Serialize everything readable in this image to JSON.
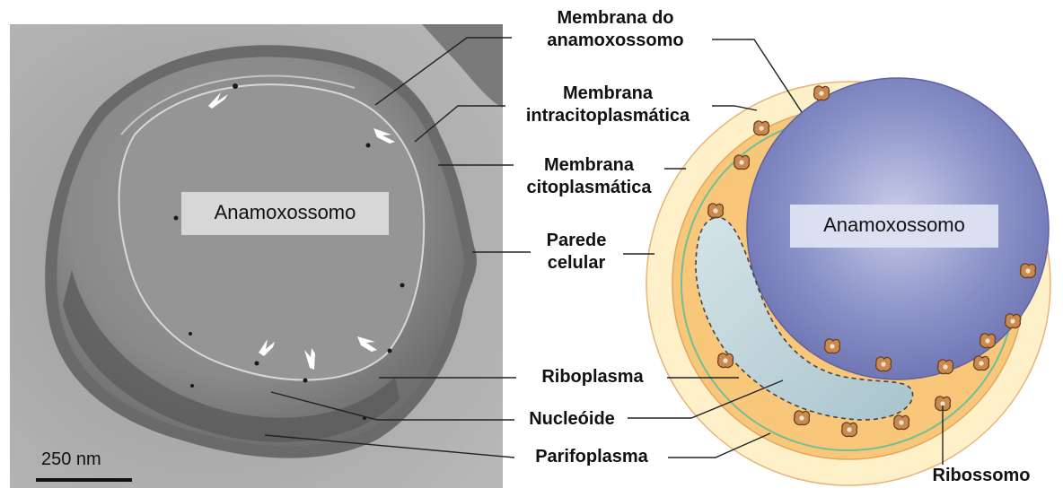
{
  "micrograph": {
    "inner_label": "Anamoxossomo",
    "scale_bar_label": "250 nm"
  },
  "schematic": {
    "inner_label": "Anamoxossomo"
  },
  "labels": {
    "anammoxosome_membrane": [
      "Membrana do",
      "anamoxossomo"
    ],
    "intracytoplasmic_membrane": [
      "Membrana",
      "intracitoplasmática"
    ],
    "cytoplasmic_membrane": [
      "Membrana",
      "citoplasmática"
    ],
    "cell_wall": [
      "Parede",
      "celular"
    ],
    "riboplasm": "Riboplasma",
    "nucleoid": "Nucleóide",
    "paryphoplasm": "Parifoplasma",
    "ribosome": "Ribossomo"
  },
  "colors": {
    "anammoxosome_fill": "#7179b8",
    "outer_ring": "#fde9b8",
    "riboplasm_ring": "#f8c46f",
    "membrane_line": "#6fbf9a",
    "nucleoid_fill": "#c7dde1",
    "ribosome_fill": "#c98a52",
    "micrograph_gray": "#8c8c8c"
  }
}
